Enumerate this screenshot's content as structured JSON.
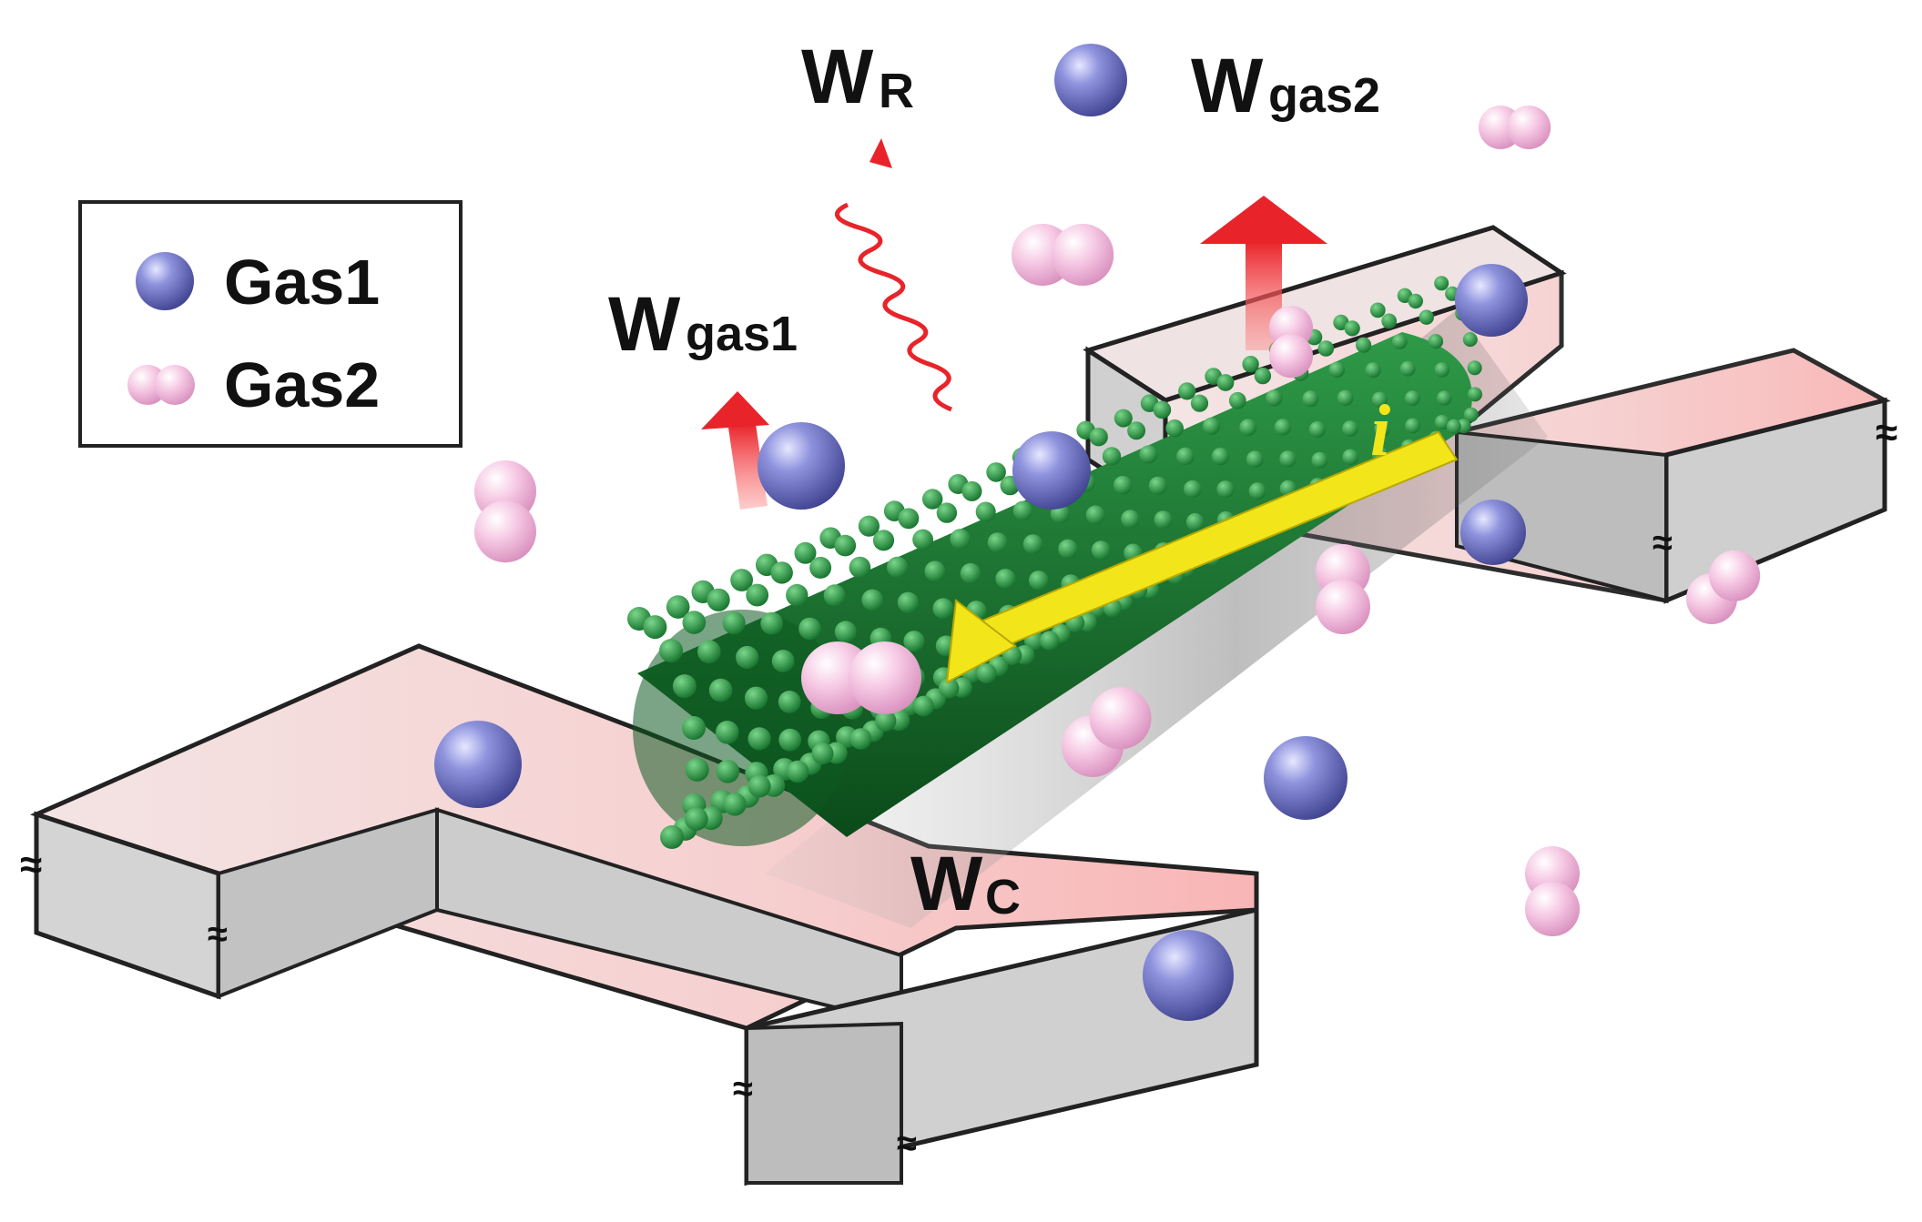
{
  "legend": {
    "items": [
      {
        "label": "Gas1",
        "symbol": "blue-sphere-icon"
      },
      {
        "label": "Gas2",
        "symbol": "pink-double-sphere-icon"
      }
    ]
  },
  "labels": {
    "w_r": {
      "main": "W",
      "sub": "R"
    },
    "w_gas1": {
      "main": "W",
      "sub": "gas1"
    },
    "w_gas2": {
      "main": "W",
      "sub": "gas2"
    },
    "w_c": {
      "main": "W",
      "sub": "C"
    },
    "current": "i"
  },
  "colors": {
    "gas1": "#6a6ec8",
    "gas2": "#f2b8dc",
    "nanotube": "#1f8f3a",
    "heat_arrow": "#e8242a",
    "current_arrow": "#f2e61a",
    "electrode": "#c9c9c9",
    "electrode_top": "#f1dcdc"
  }
}
